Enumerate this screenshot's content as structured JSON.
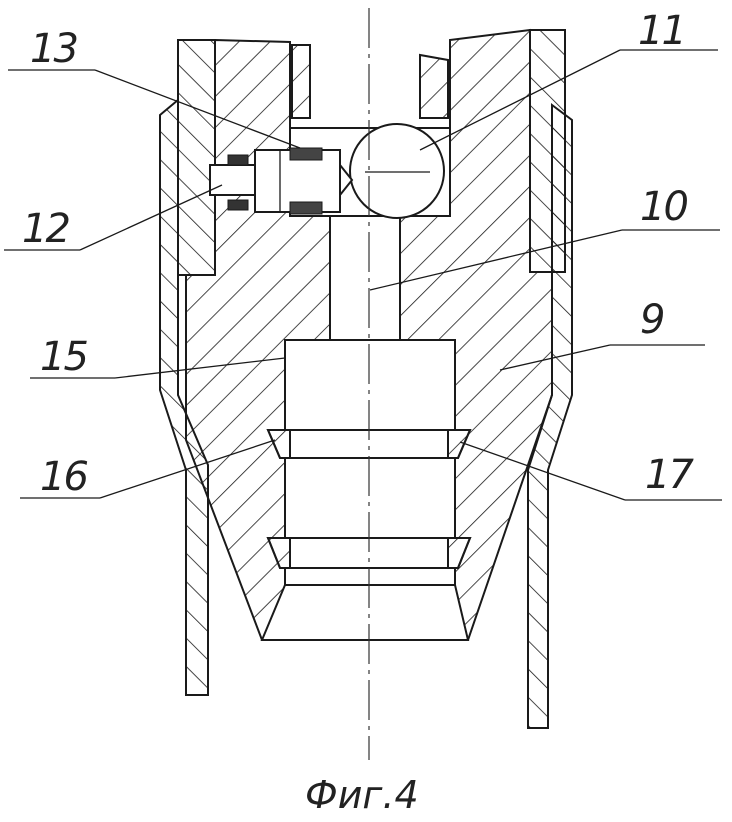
{
  "labels": {
    "l13": "13",
    "l11": "11",
    "l12": "12",
    "l10": "10",
    "l15": "15",
    "l9": "9",
    "l16": "16",
    "l17": "17"
  },
  "caption": "Фиг.4"
}
